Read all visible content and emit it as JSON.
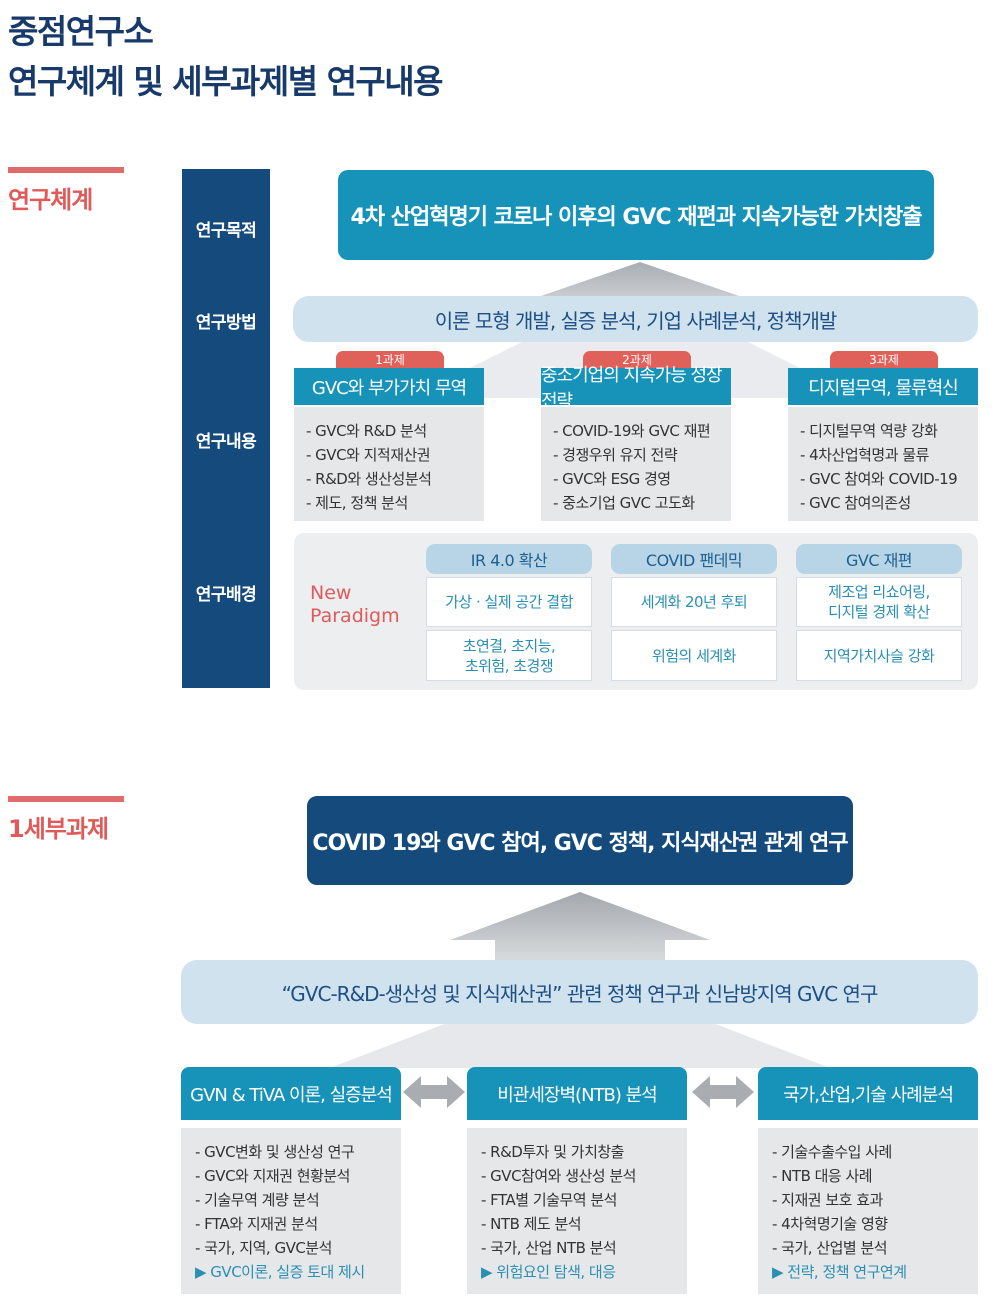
{
  "title": {
    "line1": "중점연구소",
    "line2": "연구체계 및 세부과제별 연구내용"
  },
  "section1": {
    "label": "연구체계",
    "side_labels": {
      "purpose": "연구목적",
      "method": "연구방법",
      "content": "연구내용",
      "background": "연구배경"
    },
    "goal": "4차 산업혁명기 코로나 이후의 GVC 재편과 지속가능한 가치창출",
    "method": "이론 모형 개발, 실증 분석, 기업 사례분석, 정책개발",
    "tasks": [
      {
        "tag": "1과제",
        "title": "GVC와 부가가치 무역",
        "items": [
          "- GVC와 R&D 분석",
          "- GVC와 지적재산권",
          "- R&D와 생산성분석",
          "- 제도, 정책 분석"
        ]
      },
      {
        "tag": "2과제",
        "title": "중소기업의 지속가능 성장전략",
        "items": [
          "- COVID-19와 GVC 재편",
          "- 경쟁우위 유지 전략",
          "- GVC와 ESG 경영",
          "- 중소기업 GVC 고도화"
        ]
      },
      {
        "tag": "3과제",
        "title": "디지털무역, 물류혁신",
        "items": [
          "- 디지털무역 역량 강화",
          "- 4차산업혁명과 물류",
          "- GVC 참여와 COVID-19",
          "- GVC 참여의존성"
        ]
      }
    ],
    "background": {
      "new_paradigm": [
        "New",
        "Paradigm"
      ],
      "columns": [
        {
          "header": "IR 4.0 확산",
          "cells": [
            "가상 · 실제 공간 결합",
            "초연결, 초지능,\n초위험, 초경쟁"
          ]
        },
        {
          "header": "COVID 팬데믹",
          "cells": [
            "세계화 20년 후퇴",
            "위험의 세계화"
          ]
        },
        {
          "header": "GVC 재편",
          "cells": [
            "제조업 리쇼어링,\n디지털 경제 확산",
            "지역가치사슬 강화"
          ]
        }
      ]
    }
  },
  "section2": {
    "label": "1세부과제",
    "goal": "COVID 19와 GVC 참여, GVC 정책, 지식재산권 관계 연구",
    "method": "“GVC-R&D-생산성 및 지식재산권” 관련 정책 연구과 신남방지역 GVC 연구",
    "tasks": [
      {
        "title": "GVN & TiVA 이론, 실증분석",
        "items": [
          "- GVC변화 및 생산성 연구",
          "- GVC와 지재권 현황분석",
          "- 기술무역 계량 분석",
          "- FTA와 지재권 분석",
          "- 국가, 지역, GVC분석"
        ],
        "result": "▶ GVC이론, 실증 토대 제시"
      },
      {
        "title": "비관세장벽(NTB) 분석",
        "items": [
          "- R&D투자 및 가치창출",
          "- GVC참여와 생산성 분석",
          "- FTA별 기술무역 분석",
          "- NTB 제도 분석",
          "- 국가, 산업 NTB 분석"
        ],
        "result": "▶ 위험요인 탐색, 대응"
      },
      {
        "title": "국가,산업,기술 사례분석",
        "items": [
          "- 기술수출수입 사례",
          "- NTB 대응 사례",
          "- 지재권 보호 효과",
          "- 4차혁명기술 영향",
          "- 국가, 산업별 분석"
        ],
        "result": "▶ 전략, 정책 연구연계"
      }
    ]
  },
  "colors": {
    "navy": "#154b7c",
    "teal": "#1793b9",
    "red": "#e05a5a",
    "light_blue": "#cfe2ee",
    "gray": "#e6e7e9"
  }
}
